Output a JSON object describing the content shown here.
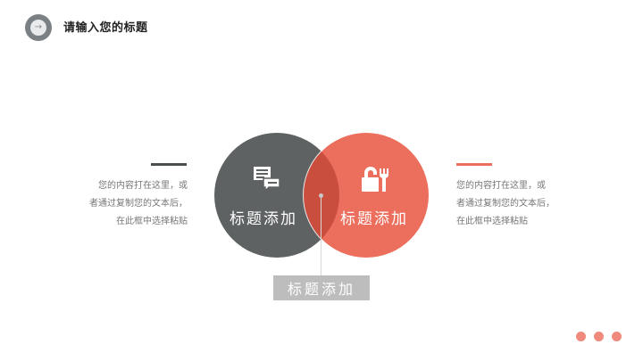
{
  "header": {
    "title": "请输入您的标题",
    "badge_icon": "arrow-right-icon",
    "badge_glyph": "→"
  },
  "left_panel": {
    "accent_color": "#4a4d4e",
    "lines": [
      "您的内容打在这里，或",
      "者通过复制您的文本后，",
      "在此框中选择粘贴"
    ]
  },
  "right_panel": {
    "accent_color": "#ec6e5d",
    "lines": [
      "您的内容打在这里，或",
      "者通过复制您的文本后，",
      "在此框中选择粘贴"
    ]
  },
  "circles": {
    "left": {
      "label": "标题添加",
      "icon": "chat-messages-icon",
      "color": "#5e6263"
    },
    "right": {
      "label": "标题添加",
      "icon": "unlock-wrench-icon",
      "color": "#ec6e5d"
    },
    "overlap_color": "#c94e3e"
  },
  "bottom_label": "标题添加",
  "pager": {
    "dots": 3,
    "color": "#f08a7c"
  }
}
